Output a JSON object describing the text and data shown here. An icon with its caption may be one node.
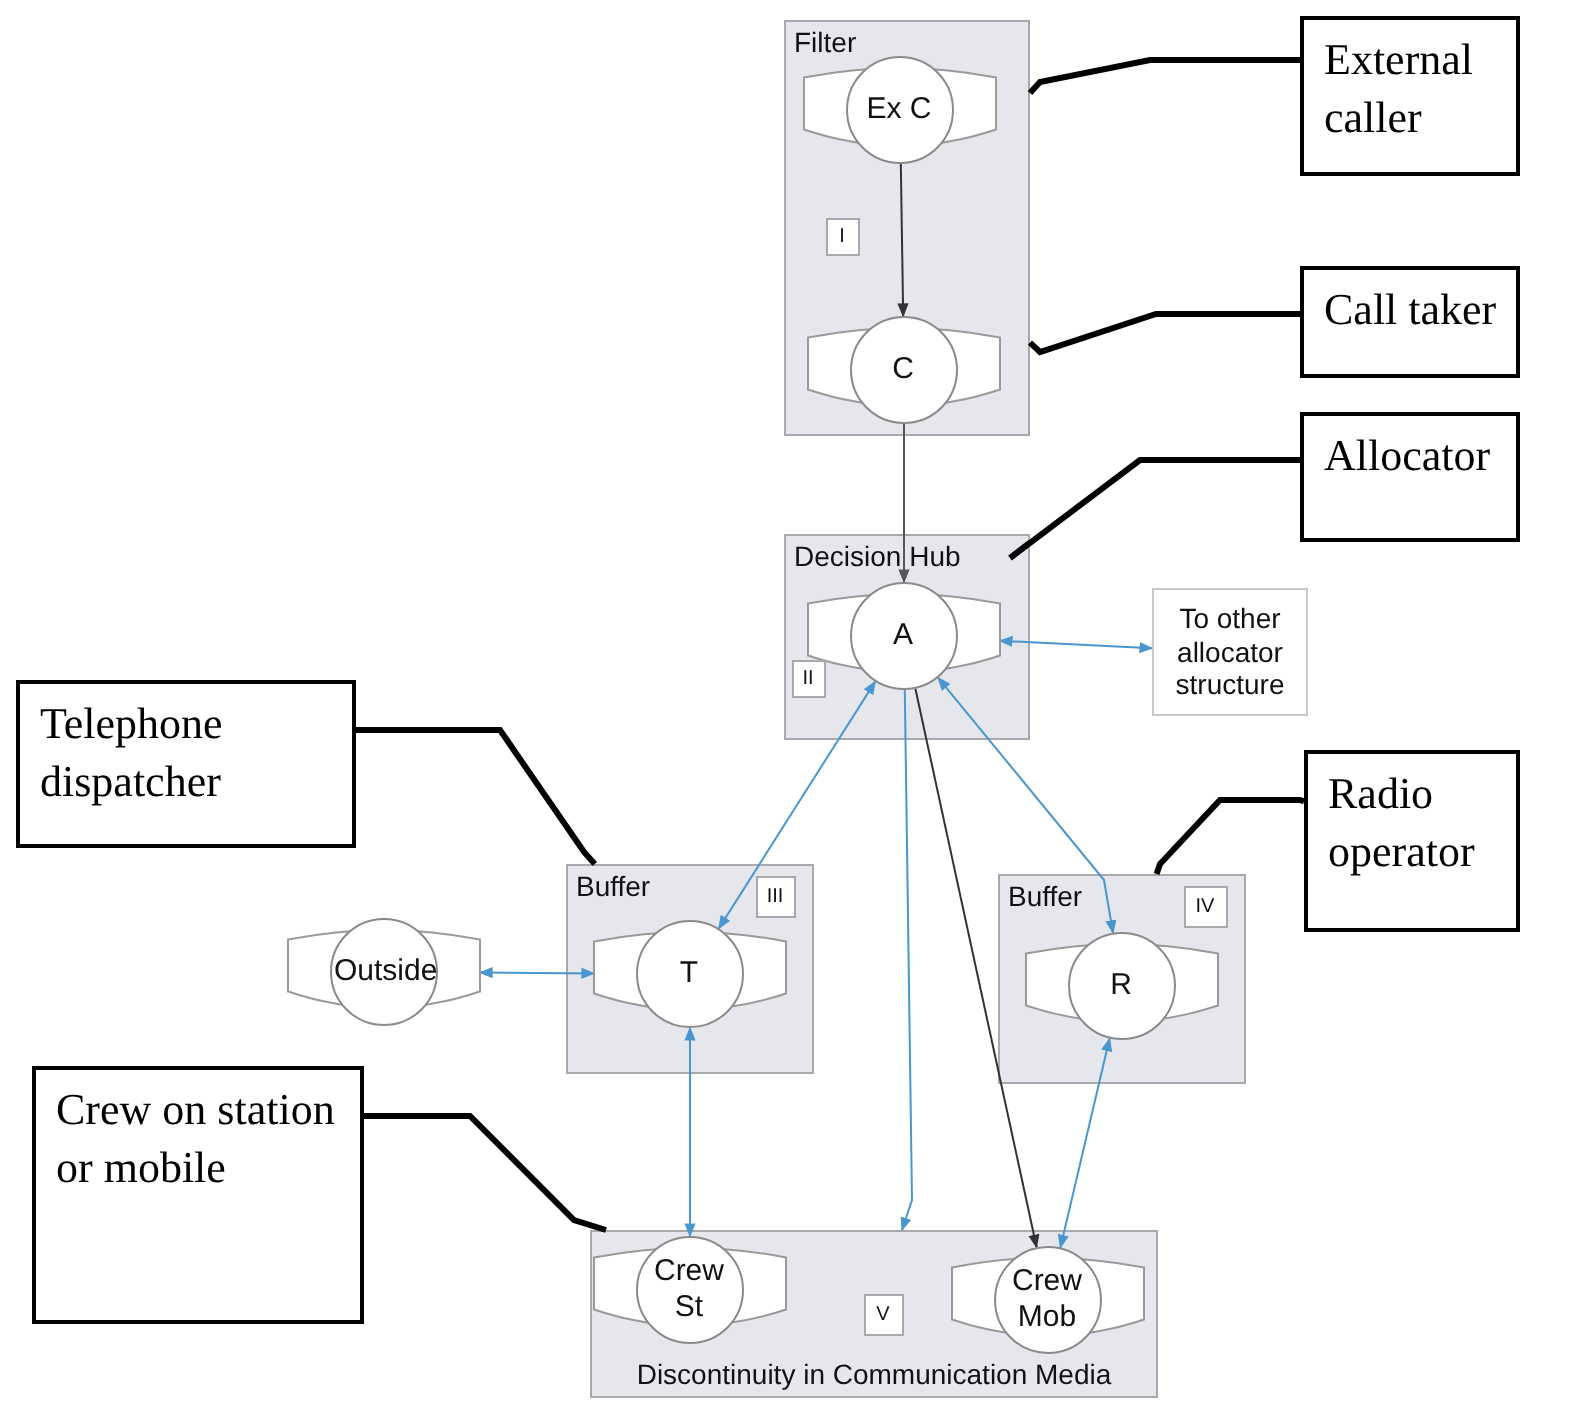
{
  "diagram": {
    "nodes": [
      {
        "text": [
          "Filter"
        ]
      },
      {
        "text": [
          "Ex C"
        ],
        "in": 0
      },
      {
        "text": [
          "C"
        ],
        "in": 0
      },
      {
        "text": [
          "I"
        ],
        "in": 0
      },
      {
        "text": [
          "Decision Hub"
        ]
      },
      {
        "text": [
          "A"
        ],
        "in": 4
      },
      {
        "text": [
          "II"
        ],
        "in": 4
      },
      {
        "text": [
          "To other allocator structure"
        ]
      },
      {
        "text": [
          "Buffer"
        ]
      },
      {
        "text": [
          "III"
        ],
        "in": 8
      },
      {
        "text": [
          "T"
        ],
        "in": 8
      },
      {
        "text": [
          "Outside"
        ]
      },
      {
        "text": [
          "Buffer"
        ]
      },
      {
        "text": [
          "IV"
        ],
        "in": 12
      },
      {
        "text": [
          "R"
        ],
        "in": 12
      },
      {
        "text": [
          "Discontinuity in Communication Media"
        ]
      },
      {
        "text": [
          "Crew St"
        ],
        "in": 15
      },
      {
        "text": [
          "V"
        ],
        "in": 15
      },
      {
        "text": [
          "Crew Mob"
        ],
        "in": 15
      },
      {
        "text": [
          "External caller"
        ]
      },
      {
        "text": [
          "Call taker"
        ]
      },
      {
        "text": [
          "Allocator"
        ]
      },
      {
        "text": [
          "Telephone dispatcher"
        ]
      },
      {
        "text": [
          "Radio operator"
        ]
      },
      {
        "text": [
          "Crew on station or mobile"
        ]
      }
    ],
    "edges": [
      {
        "from": 1,
        "to": 2,
        "arrow": "to",
        "color": "#333333"
      },
      {
        "from": 2,
        "to": 5,
        "arrow": "to",
        "color": "#555555"
      },
      {
        "from": 5,
        "to": 7,
        "arrow": "both"
      },
      {
        "from": 5,
        "to": 10,
        "arrow": "both"
      },
      {
        "from": 5,
        "to": 14,
        "arrow": "both"
      },
      {
        "from": 5,
        "to": 15,
        "arrow": "to"
      },
      {
        "from": 5,
        "to": 18,
        "arrow": "to",
        "color": "#333333"
      },
      {
        "from": 11,
        "to": 10,
        "arrow": "both"
      },
      {
        "from": 10,
        "to": 16,
        "arrow": "both"
      },
      {
        "from": 14,
        "to": 18,
        "arrow": "both"
      },
      {
        "from": 19,
        "to": 0,
        "arrow": "none",
        "style": "thick",
        "color": "#000000"
      },
      {
        "from": 20,
        "to": 0,
        "arrow": "none",
        "style": "thick",
        "color": "#000000"
      },
      {
        "from": 21,
        "to": 4,
        "arrow": "none",
        "style": "thick",
        "color": "#000000"
      },
      {
        "from": 22,
        "to": 8,
        "arrow": "none",
        "style": "thick",
        "color": "#000000"
      },
      {
        "from": 23,
        "to": 12,
        "arrow": "none",
        "style": "thick",
        "color": "#000000"
      },
      {
        "from": 24,
        "to": 15,
        "arrow": "none",
        "style": "thick",
        "color": "#000000"
      }
    ]
  }
}
